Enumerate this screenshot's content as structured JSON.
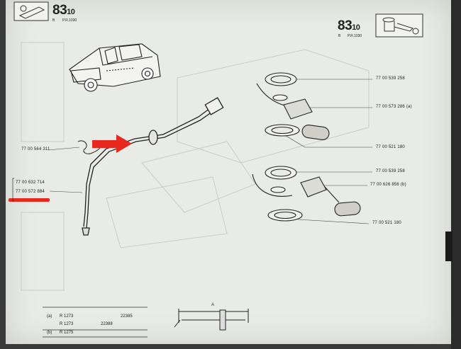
{
  "header_left": {
    "section_number": "83",
    "section_suffix": "10",
    "letter": "B",
    "pr_code": "P.R.1030"
  },
  "header_right": {
    "section_number": "83",
    "section_suffix": "10",
    "letter": "B",
    "pr_code": "P.R.1030"
  },
  "part_numbers": {
    "seal_top": "77 00 539 258",
    "sender_unit_a": "77 00 573 286",
    "sender_unit_a_note": "(a)",
    "float_top": "77 00 521 180",
    "seal_bottom": "77 00 539 258",
    "sender_unit_b": "77 00 626 856",
    "sender_unit_b_note": "(b)",
    "float_bottom": "77 00 521 180",
    "clip": "77 00 564 311",
    "cable_top": "77 00 632 714",
    "cable_bottom": "77 00 572 884"
  },
  "legend": {
    "row_a_label": "(a)",
    "row_a_model": "R 1273",
    "row_a_serial": "22385",
    "row_a2_model": "R 1273",
    "row_a2_serial": "22388",
    "row_b_label": "(b)",
    "row_b_model": "R 1275"
  },
  "dimension_label": "A",
  "colors": {
    "annotation_red": "#e8271f",
    "paper": "#e9ebe6",
    "ink": "#222222"
  }
}
